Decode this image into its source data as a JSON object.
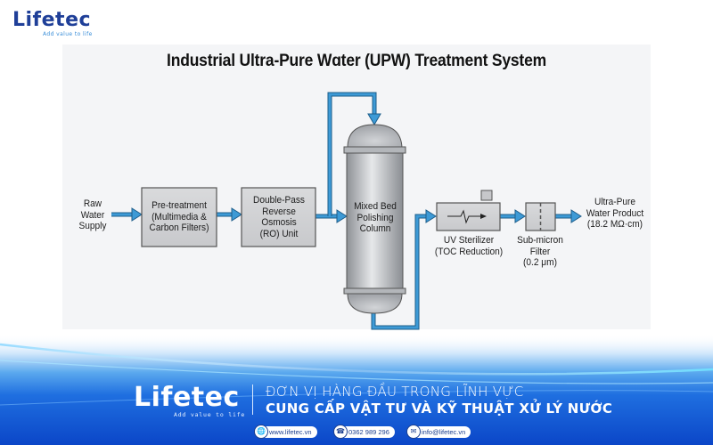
{
  "brand": {
    "name": "Lifetec",
    "tagline": "Add value to life"
  },
  "diagram": {
    "title": "Industrial Ultra-Pure Wɑter (UPW) Treatment System",
    "nodes": {
      "source": "Raw\nWater\nSupply",
      "pretreatment": "Pre-treatment\n(Multimedia &\nCarbon Filters)",
      "ro": "Double-Pass\nReverse\nOsmosis\n(RO) Unit",
      "mixed_bed": "Mixed Bed\nPolishing\nColumn",
      "uv": "UV Sterilizer\n(TOC Reduction)",
      "filter": "Sub-micron\nFilter\n(0.2 μm)",
      "product": "Ultra-Pure\nWater Product\n(18.2 MΩ·cm)"
    },
    "colors": {
      "pipe": "#2e86c1",
      "pipe_dark": "#1d5d8a",
      "box_fill": "#d3d4d6",
      "box_stroke": "#555555",
      "vessel": "#b9bcc0"
    }
  },
  "footer": {
    "slogan_line1": "ĐƠN VỊ HÀNG ĐẦU TRONG LĨNH VỰC",
    "slogan_line2": "CUNG CẤP VẬT TƯ VÀ KỸ THUẬT XỬ LÝ NƯỚC",
    "website": "www.lifetec.vn",
    "phone": "0362 989 296",
    "email": "info@lifetec.vn",
    "icons": {
      "website": "globe-icon",
      "phone": "phone-icon",
      "email": "mail-icon"
    }
  }
}
